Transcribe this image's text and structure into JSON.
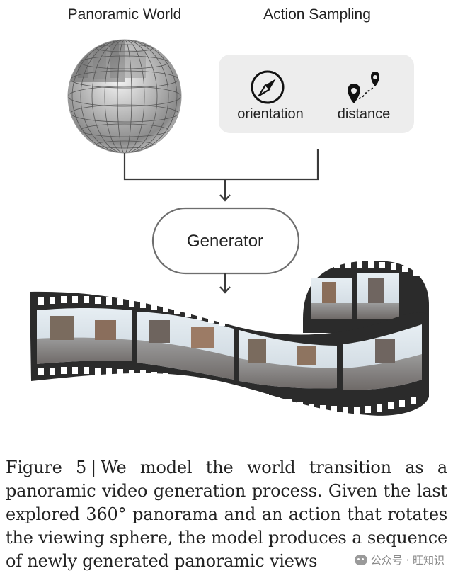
{
  "diagram": {
    "panoramic_world_label": "Panoramic World",
    "action_sampling_label": "Action Sampling",
    "orientation_label": "orientation",
    "distance_label": "distance",
    "generator_label": "Generator"
  },
  "caption": {
    "figure_label": "Figure 5",
    "separator": "|",
    "text": "We model the world transition as a panoramic video generation process. Given the last explored 360° panorama and an action that rotates the viewing sphere, the model produces a sequence of newly generated panoramic views"
  },
  "watermark": {
    "text": "公众号 · 旺知识",
    "icon": "wechat-icon"
  },
  "colors": {
    "box_fill": "#ededed",
    "arrow_stroke": "#3a3a3a",
    "film_strip": "#2b2b2b",
    "generator_border": "#6e6e6e"
  }
}
